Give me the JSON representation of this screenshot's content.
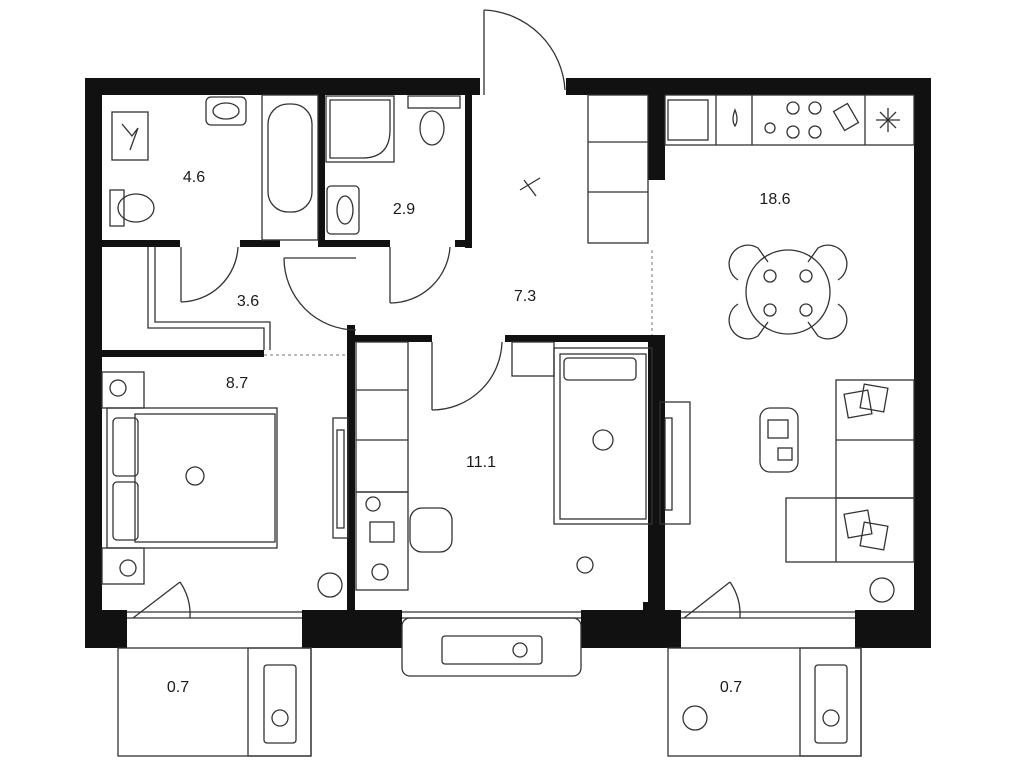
{
  "rooms": [
    {
      "id": "bathroom",
      "area": "4.6"
    },
    {
      "id": "wc",
      "area": "2.9"
    },
    {
      "id": "hall-small",
      "area": "3.6"
    },
    {
      "id": "hallway",
      "area": "7.3"
    },
    {
      "id": "bedroom",
      "area": "8.7"
    },
    {
      "id": "kids-room",
      "area": "11.1"
    },
    {
      "id": "kitchen-living",
      "area": "18.6"
    },
    {
      "id": "balcony-left",
      "area": "0.7"
    },
    {
      "id": "balcony-right",
      "area": "0.7"
    }
  ]
}
